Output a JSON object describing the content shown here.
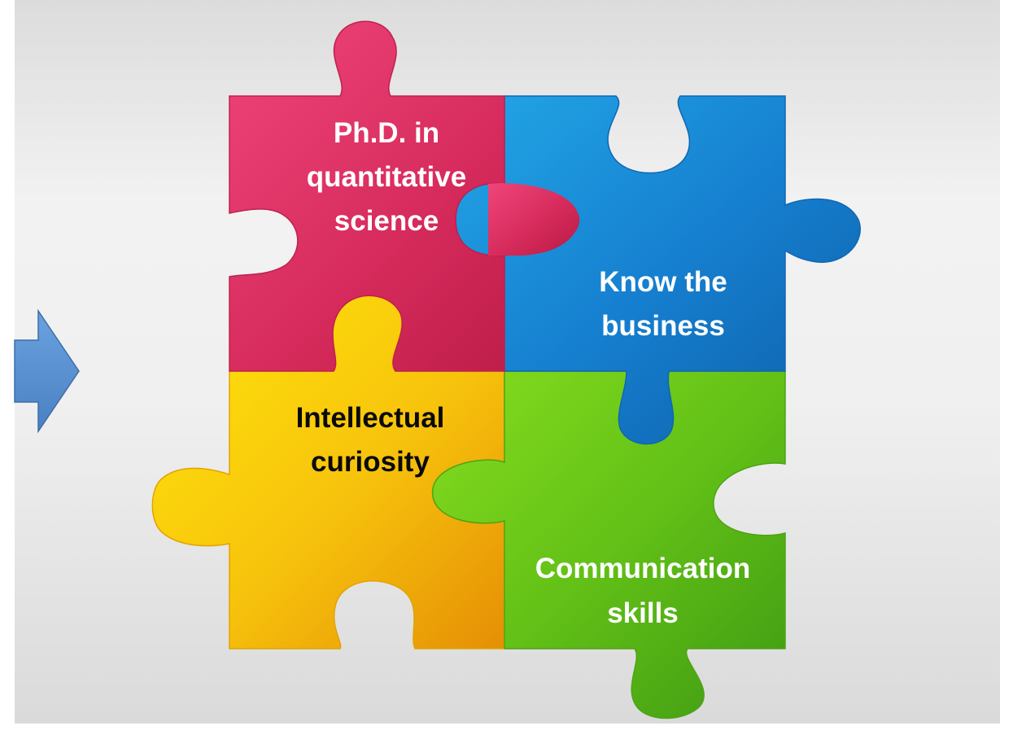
{
  "pieces": [
    {
      "id": "magenta",
      "lines": [
        "Ph.D. in",
        "quantitative",
        "science"
      ],
      "color": "#d72e5f"
    },
    {
      "id": "blue",
      "lines": [
        "Know the",
        "business"
      ],
      "color": "#1a7fd0"
    },
    {
      "id": "yellow",
      "lines": [
        "Intellectual",
        "curiosity"
      ],
      "color": "#f5c20a"
    },
    {
      "id": "green",
      "lines": [
        "Communication",
        "skills"
      ],
      "color": "#5fbf17"
    }
  ],
  "arrow": {
    "color": "#5b95d6"
  }
}
